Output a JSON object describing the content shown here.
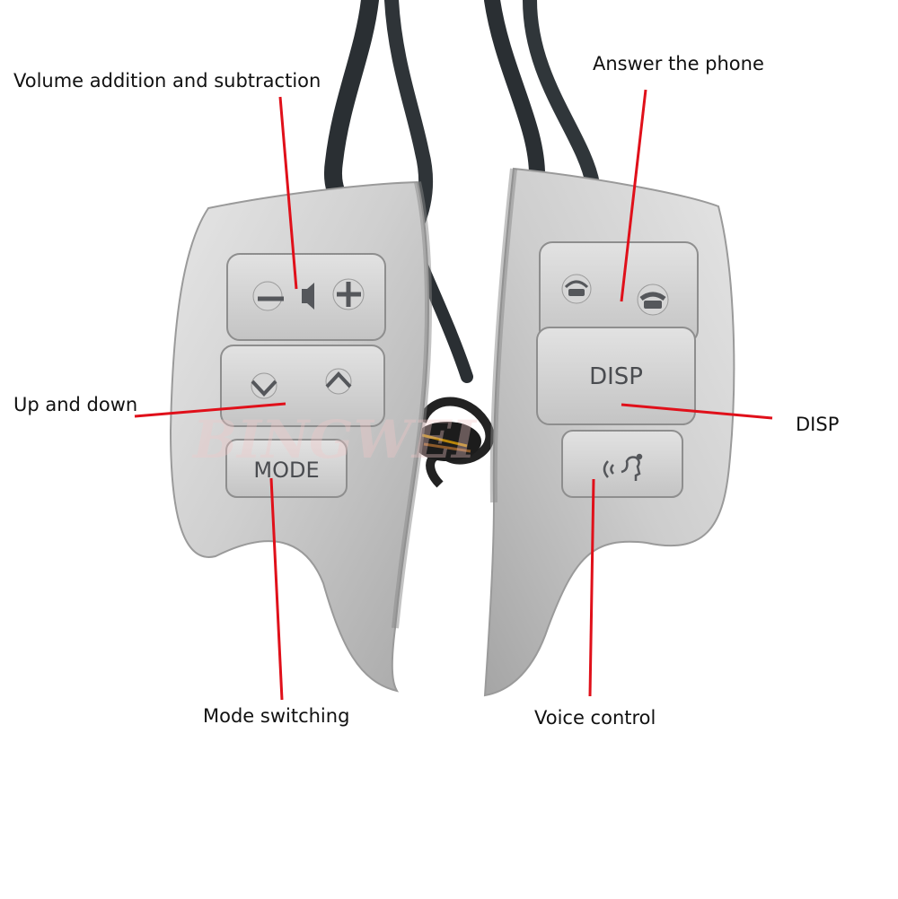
{
  "callouts": {
    "volume": "Volume addition and subtraction",
    "answer_phone": "Answer the phone",
    "up_down": "Up and down",
    "disp": "DISP",
    "mode_switching": "Mode switching",
    "voice_control": "Voice control"
  },
  "buttons": {
    "mode_label": "MODE",
    "disp_label": "DISP"
  },
  "watermark": "BINGWEI",
  "colors": {
    "callout_line": "#e0101a",
    "housing": "#c9c9c9",
    "cable": "#2a2f33"
  },
  "icons": [
    "volume-minus-icon",
    "speaker-icon",
    "volume-plus-icon",
    "arrow-down-icon",
    "arrow-up-icon",
    "phone-answer-icon",
    "phone-hangup-icon",
    "voice-icon"
  ]
}
